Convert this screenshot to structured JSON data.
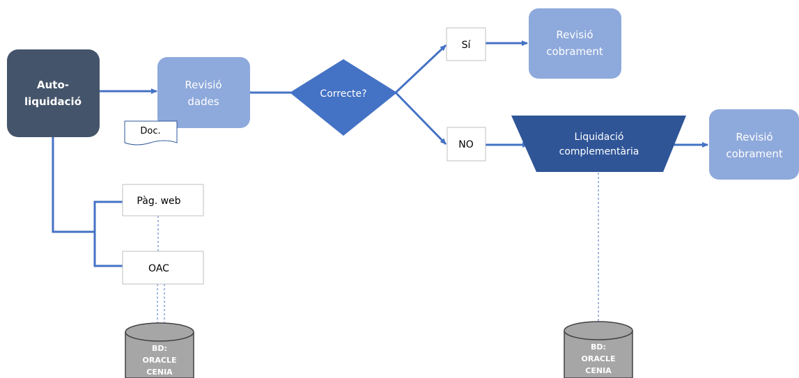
{
  "nodes": {
    "autoliquidacio": {
      "line1": "Auto-",
      "line2": "liquidació"
    },
    "revisio_dades": {
      "line1": "Revisió",
      "line2": "dades"
    },
    "doc": {
      "label": "Doc."
    },
    "decision": {
      "label": "Correcte?"
    },
    "si": {
      "label": "Sí"
    },
    "no": {
      "label": "NO"
    },
    "revisio_cobrament_1": {
      "line1": "Revisió",
      "line2": "cobrament"
    },
    "liquidacio_complementaria": {
      "line1": "Liquidació",
      "line2": "complementària"
    },
    "revisio_cobrament_2": {
      "line1": "Revisió",
      "line2": "cobrament"
    },
    "pag_web": {
      "label": "Pàg. web"
    },
    "oac": {
      "label": "OAC"
    },
    "db_left": {
      "line1": "BD:",
      "line2": "ORACLE",
      "line3": "CENIA"
    },
    "db_right": {
      "line1": "BD:",
      "line2": "ORACLE",
      "line3": "CENIA"
    }
  },
  "colors": {
    "dark_node": "#44546A",
    "light_node": "#8EA9DB",
    "decision": "#4472C4",
    "trapezoid": "#2F5597",
    "connector": "#4472C4",
    "database": "#A6A6A6"
  }
}
